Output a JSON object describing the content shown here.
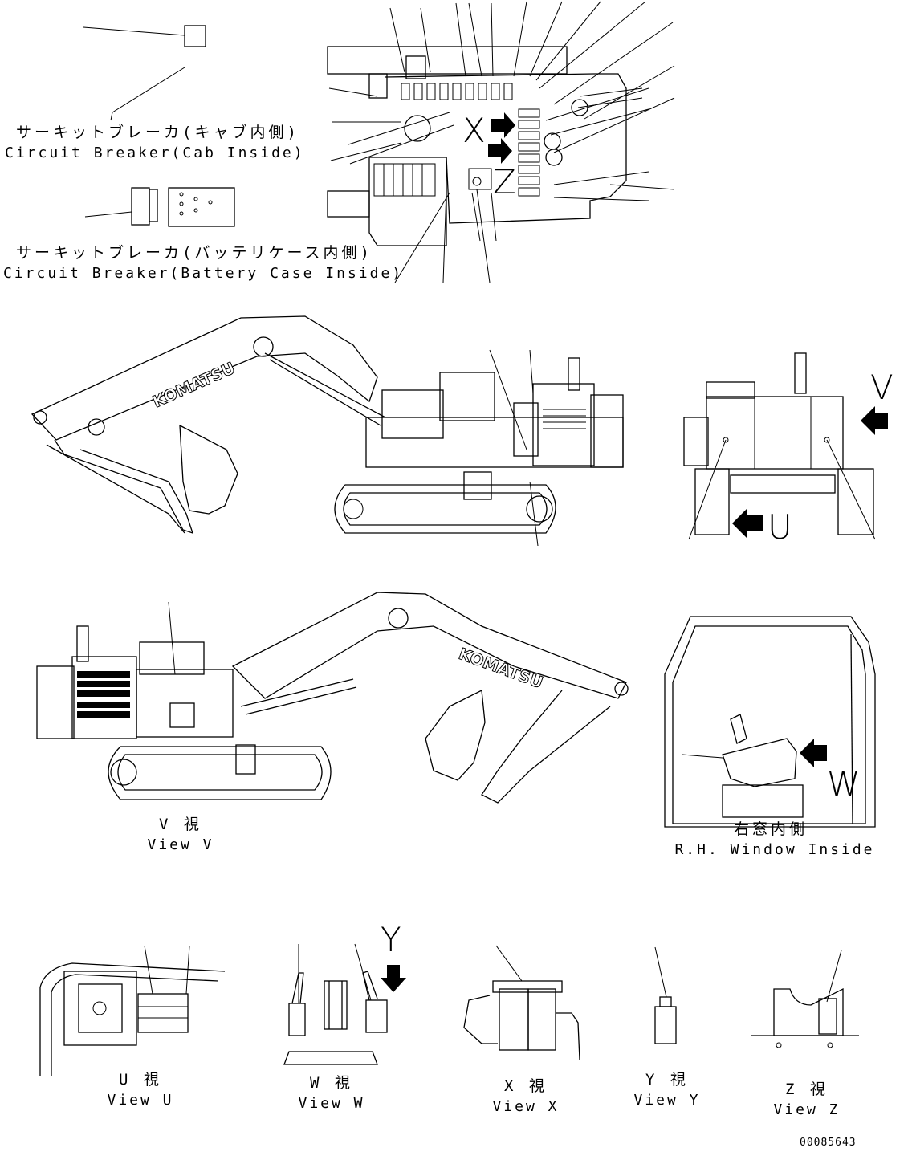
{
  "labels": {
    "cab_cb_jp": "サーキットブレーカ(キャブ内側)",
    "cab_cb_en": "Circuit Breaker(Cab Inside)",
    "bat_cb_jp": "サーキットブレーカ(バッテリケース内側)",
    "bat_cb_en": "Circuit Breaker(Battery Case Inside)",
    "view_v_jp": "V 視",
    "view_v_en": "View V",
    "rh_window_jp": "右窓内側",
    "rh_window_en": "R.H. Window Inside",
    "view_u_jp": "U 視",
    "view_u_en": "View U",
    "view_w_jp": "W 視",
    "view_w_en": "View W",
    "view_x_jp": "X 視",
    "view_x_en": "View X",
    "view_y_jp": "Y 視",
    "view_y_en": "View Y",
    "view_z_jp": "Z 視",
    "view_z_en": "View Z",
    "drawing_number": "00085643"
  },
  "view_letters": {
    "x": "X",
    "z": "Z",
    "v": "V",
    "u": "U",
    "w": "W",
    "y": "Y"
  },
  "brand": "KOMATSU",
  "arrows": [
    "arrow-right-icon",
    "arrow-left-icon",
    "arrow-down-icon"
  ]
}
